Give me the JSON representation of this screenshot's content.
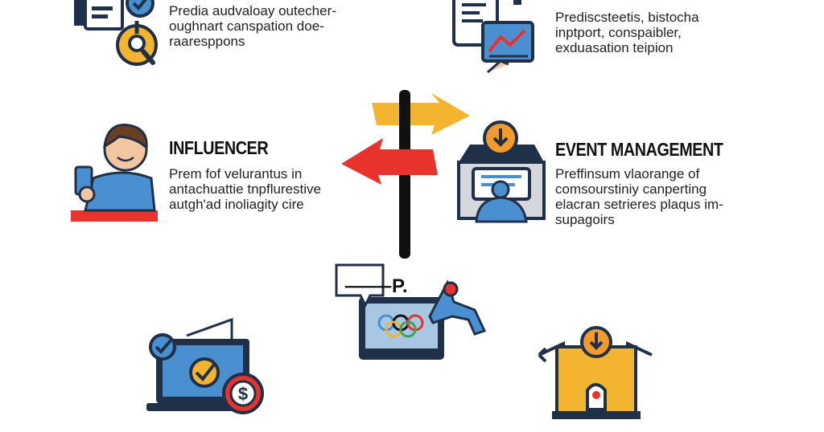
{
  "blocks": {
    "top_left": {
      "lines": [
        "Predia audvaloay outecher-",
        "oughnart canspation doe-",
        "raaresppons"
      ]
    },
    "top_right": {
      "lines": [
        "Prediscsteetis, bistocha",
        "inptport, conspaibler,",
        "exduasation teipion"
      ]
    },
    "influencer": {
      "title": "INFLUENCER",
      "lines": [
        "Prem fof velurantus in",
        "antachuattie tnpflurestive",
        "autgh'ad inoliagity cire"
      ]
    },
    "event": {
      "title": "EVENT MANAGEMENT",
      "lines": [
        "Preffinsum vlaorange of",
        "comsourstiniy canperting",
        "elacran setrieres plaqus im-",
        "supagoirs"
      ]
    }
  },
  "sign": {
    "text": "⸻P."
  },
  "colors": {
    "navy": "#1f3048",
    "blue": "#4a8fd0",
    "yellow": "#f3b52f",
    "red": "#e8332c",
    "orange": "#f29b2c",
    "teal": "#5aa8c8"
  },
  "icons": [
    "document-check-icon",
    "magnifier-icon",
    "tablet-chart-icon",
    "influencer-person-icon",
    "direction-arrows-icon",
    "event-desk-icon",
    "olympics-screen-icon",
    "laptop-check-dollar-icon",
    "building-arrows-icon"
  ]
}
